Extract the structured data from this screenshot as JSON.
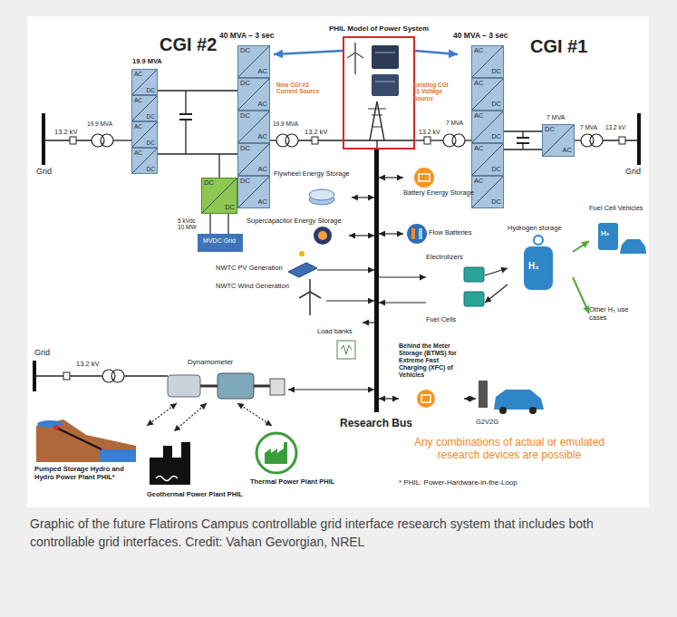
{
  "diagram": {
    "caption": "Graphic of the future Flatirons Campus controllable grid interface research system that includes both controllable grid interfaces. Credit: Vahan Gevorgian, NREL",
    "nodes": [
      {
        "text": [
          "PHIL Model of Power System"
        ]
      },
      {
        "text": [
          "CGI #2"
        ]
      },
      {
        "text": [
          "AC",
          "DC"
        ],
        "in": 1
      },
      {
        "text": [
          "AC",
          "DC"
        ],
        "in": 1
      },
      {
        "text": [
          "AC",
          "DC"
        ],
        "in": 1
      },
      {
        "text": [
          "AC",
          "DC"
        ],
        "in": 1
      },
      {
        "text": [
          "DC",
          "AC"
        ],
        "in": 1
      },
      {
        "text": [
          "DC",
          "AC"
        ],
        "in": 1
      },
      {
        "text": [
          "DC",
          "AC"
        ],
        "in": 1
      },
      {
        "text": [
          "DC",
          "AC"
        ],
        "in": 1
      },
      {
        "text": [
          "DC",
          "AC"
        ],
        "in": 1
      },
      {
        "text": [
          "DC",
          "DC"
        ],
        "in": 1
      },
      {
        "text": [
          "MVDC Grid"
        ]
      },
      {
        "text": [
          "CGI #1"
        ]
      },
      {
        "text": [
          "AC",
          "DC"
        ],
        "in": 13
      },
      {
        "text": [
          "AC",
          "DC"
        ],
        "in": 13
      },
      {
        "text": [
          "AC",
          "DC"
        ],
        "in": 13
      },
      {
        "text": [
          "AC",
          "DC"
        ],
        "in": 13
      },
      {
        "text": [
          "AC",
          "DC"
        ],
        "in": 13
      },
      {
        "text": [
          "DC",
          "AC"
        ],
        "in": 13
      },
      {
        "text": [
          "Research Bus"
        ]
      },
      {
        "text": [
          "Flywheel Energy Storage"
        ]
      },
      {
        "text": [
          "Battery Energy Storage"
        ]
      },
      {
        "text": [
          "Supercapacitor Energy Storage"
        ]
      },
      {
        "text": [
          "Flow Batteries"
        ]
      },
      {
        "text": [
          "NWTC PV Generation"
        ]
      },
      {
        "text": [
          "Electrolizers"
        ]
      },
      {
        "text": [
          "Hydrogen storage",
          "H₂"
        ]
      },
      {
        "text": [
          "Fuel Cell Vehicles",
          "H₂"
        ]
      },
      {
        "text": [
          "NWTC Wind Generation"
        ]
      },
      {
        "text": [
          "Fuel Cells"
        ]
      },
      {
        "text": [
          "Other H₂ use cases"
        ]
      },
      {
        "text": [
          "Load banks"
        ]
      },
      {
        "text": [
          "Dynamometer"
        ]
      },
      {
        "text": [
          "Behind the Meter Storage (BTMS) for Extreme Fast Charging (XFC) of Vehicles"
        ]
      },
      {
        "text": [
          "G2V2G"
        ]
      },
      {
        "text": [
          "Pumped Storage Hydro and Hydro Power Plant PHIL*"
        ]
      },
      {
        "text": [
          "Thermal Power Plant PHIL"
        ]
      },
      {
        "text": [
          "Geothermal Power Plant PHIL"
        ]
      }
    ],
    "edges": [
      {
        "from": 0,
        "to": 1,
        "arrow": "to"
      },
      {
        "from": 0,
        "to": 13,
        "arrow": "to"
      },
      {
        "from": 11,
        "to": 12,
        "arrow": "none"
      },
      {
        "from": 11,
        "to": 12,
        "arrow": "none"
      },
      {
        "from": 21,
        "to": 20,
        "arrow": "both"
      },
      {
        "from": 20,
        "to": 22,
        "arrow": "both"
      },
      {
        "from": 23,
        "to": 20,
        "arrow": "both"
      },
      {
        "from": 20,
        "to": 24,
        "arrow": "both"
      },
      {
        "from": 25,
        "to": 20,
        "arrow": "to"
      },
      {
        "from": 20,
        "to": 26,
        "arrow": "to"
      },
      {
        "from": 26,
        "to": 27,
        "arrow": "to"
      },
      {
        "from": 27,
        "to": 28,
        "arrow": "to"
      },
      {
        "from": 27,
        "to": 30,
        "arrow": "to"
      },
      {
        "from": 27,
        "to": 31,
        "arrow": "to"
      },
      {
        "from": 29,
        "to": 20,
        "arrow": "to"
      },
      {
        "from": 30,
        "to": 20,
        "arrow": "to"
      },
      {
        "from": 20,
        "to": 32,
        "arrow": "to"
      },
      {
        "from": 33,
        "to": 20,
        "arrow": "both"
      },
      {
        "from": 20,
        "to": 34,
        "arrow": "both"
      },
      {
        "from": 34,
        "to": 35,
        "arrow": "both"
      },
      {
        "from": 33,
        "to": 36,
        "arrow": "both"
      },
      {
        "from": 33,
        "to": 38,
        "arrow": "both"
      },
      {
        "from": 33,
        "to": 37,
        "arrow": "both"
      }
    ],
    "labels": [
      "19.9 MVA",
      "40 MVA – 3 sec",
      "19.9 MVA",
      "13.2 kV",
      "Grid",
      "19.9 MVA",
      "13.2 kV",
      "New CGI #2 Current Source",
      "Existing CGI #1 Voltage Source",
      "40 MVA – 3 sec",
      "13.2 kV",
      "7 MVA",
      "7 MVA",
      "7 MVA",
      "13.2 kV",
      "Grid",
      "5 kVdc 10 MW",
      "Grid",
      "13.2 kV",
      "Any combinations of actual or emulated research devices are possible",
      "* PHIL: Power-Hardware-in-the-Loop"
    ]
  }
}
